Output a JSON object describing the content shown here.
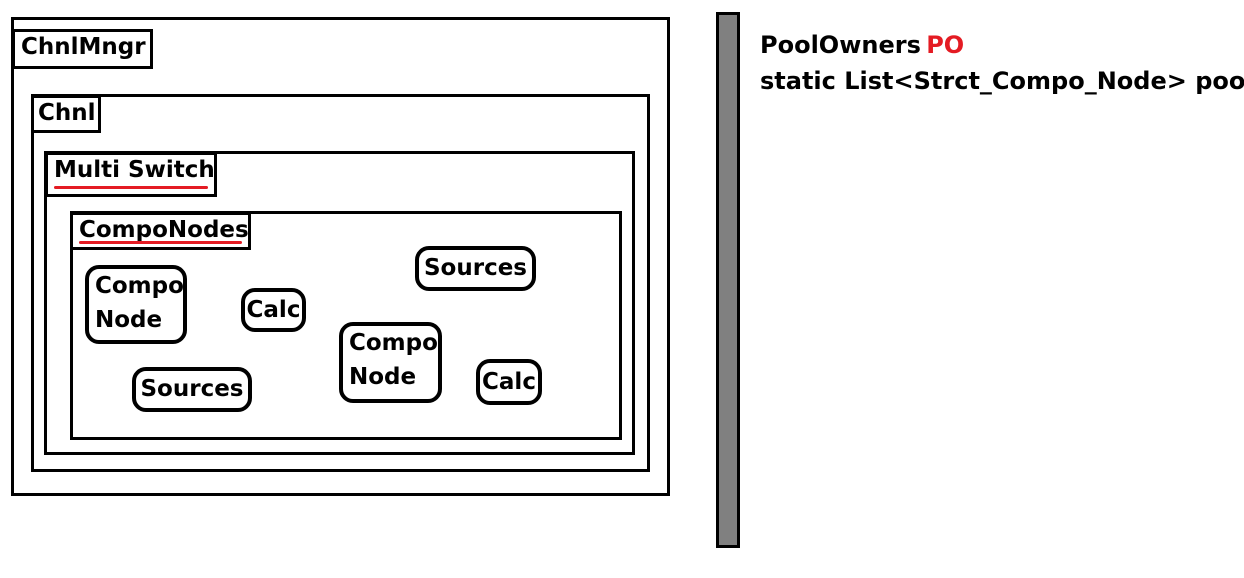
{
  "colors": {
    "accent": "#e41b23",
    "divider": "#808080",
    "stroke": "#000000"
  },
  "diagram": {
    "chnlmngr": {
      "label": "ChnlMngr"
    },
    "chnl": {
      "label": "Chnl"
    },
    "multi_switch": {
      "label": "Multi Switch"
    },
    "compo_nodes": {
      "label": "CompoNodes",
      "nodes": [
        {
          "label_line1": "Compo",
          "label_line2": "Node"
        },
        {
          "label": "Calc"
        },
        {
          "label": "Sources"
        },
        {
          "label": "Sources"
        },
        {
          "label_line1": "Compo",
          "label_line2": "Node"
        },
        {
          "label": "Calc"
        }
      ]
    }
  },
  "pool_owners": {
    "name": "PoolOwners",
    "abbreviation": "PO",
    "declaration": "static List<Strct_Compo_Node> pool"
  }
}
